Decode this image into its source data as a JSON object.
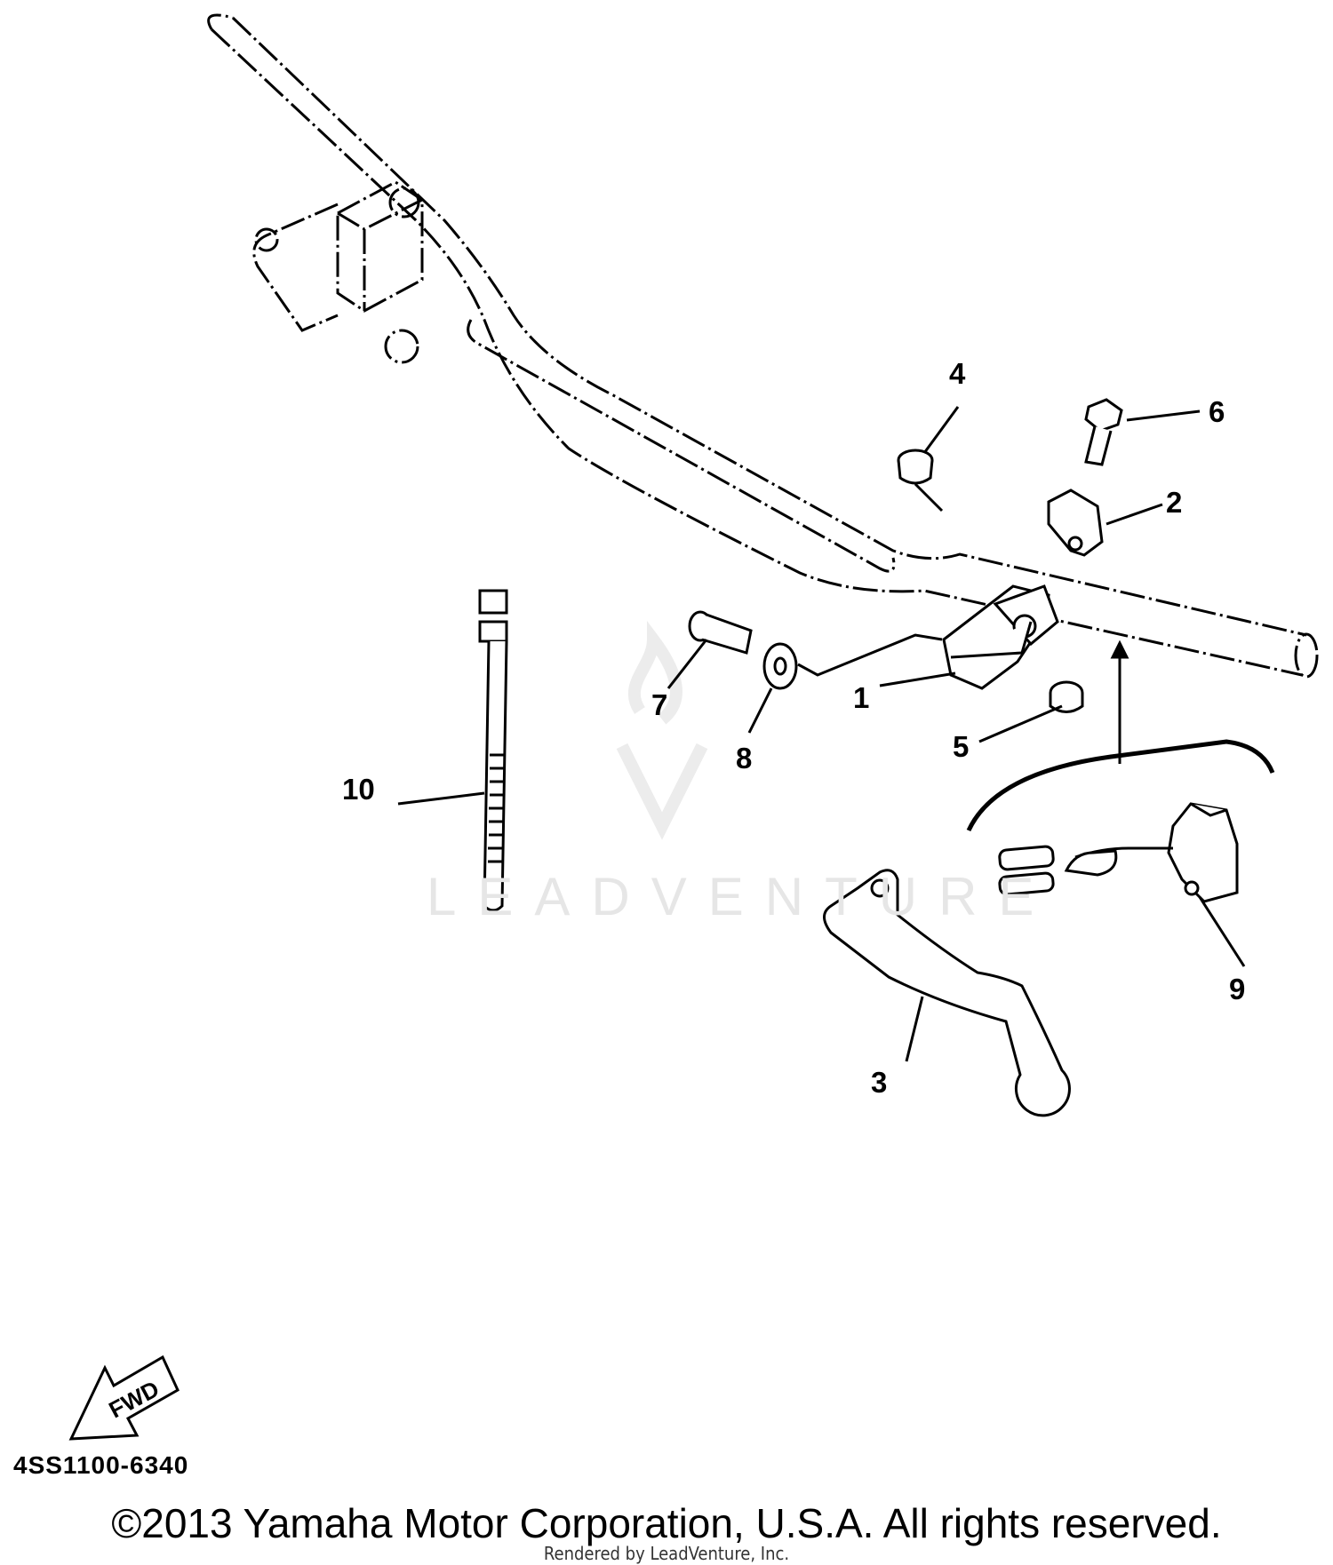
{
  "callouts": {
    "c1": "1",
    "c2": "2",
    "c3": "3",
    "c4": "4",
    "c5": "5",
    "c6": "6",
    "c7": "7",
    "c8": "8",
    "c9": "9",
    "c10": "10"
  },
  "fwd_label": "FWD",
  "part_code": "4SS1100-6340",
  "copyright": "©2013 Yamaha Motor Corporation, U.S.A. All rights reserved.",
  "rendered_by": "Rendered by LeadVenture, Inc.",
  "watermark": "LEADVENTURE",
  "colors": {
    "ink": "#000000",
    "watermark": "#e6e6e6",
    "background": "#ffffff"
  }
}
